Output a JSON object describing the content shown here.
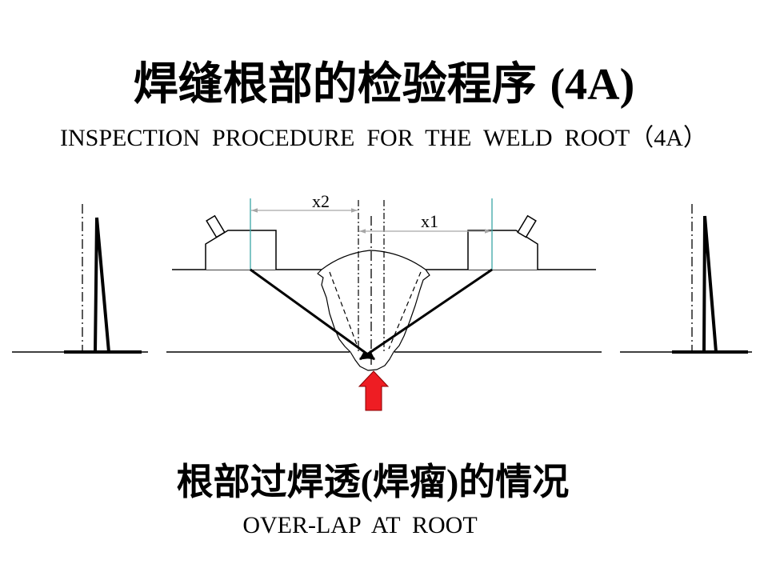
{
  "slide": {
    "title": {
      "main": "焊缝根部的检验程序",
      "suffix": "(4A)"
    },
    "subtitle": "INSPECTION  PROCEDURE  FOR  THE  WELD  ROOT（4A）",
    "caption": "根部过焊透(焊瘤)的情况",
    "caption_en": "OVER-LAP  AT  ROOT"
  },
  "diagram": {
    "labels": {
      "x2": "x2",
      "x1": "x1"
    }
  },
  "colors": {
    "bg": "#ffffff",
    "ink": "#000000",
    "probe_index_line": "#3aa6a6",
    "dimension_line": "#a6a6a6",
    "indicator_arrow": "#ee1d23",
    "indicator_arrow_outline": "#8b0000"
  }
}
